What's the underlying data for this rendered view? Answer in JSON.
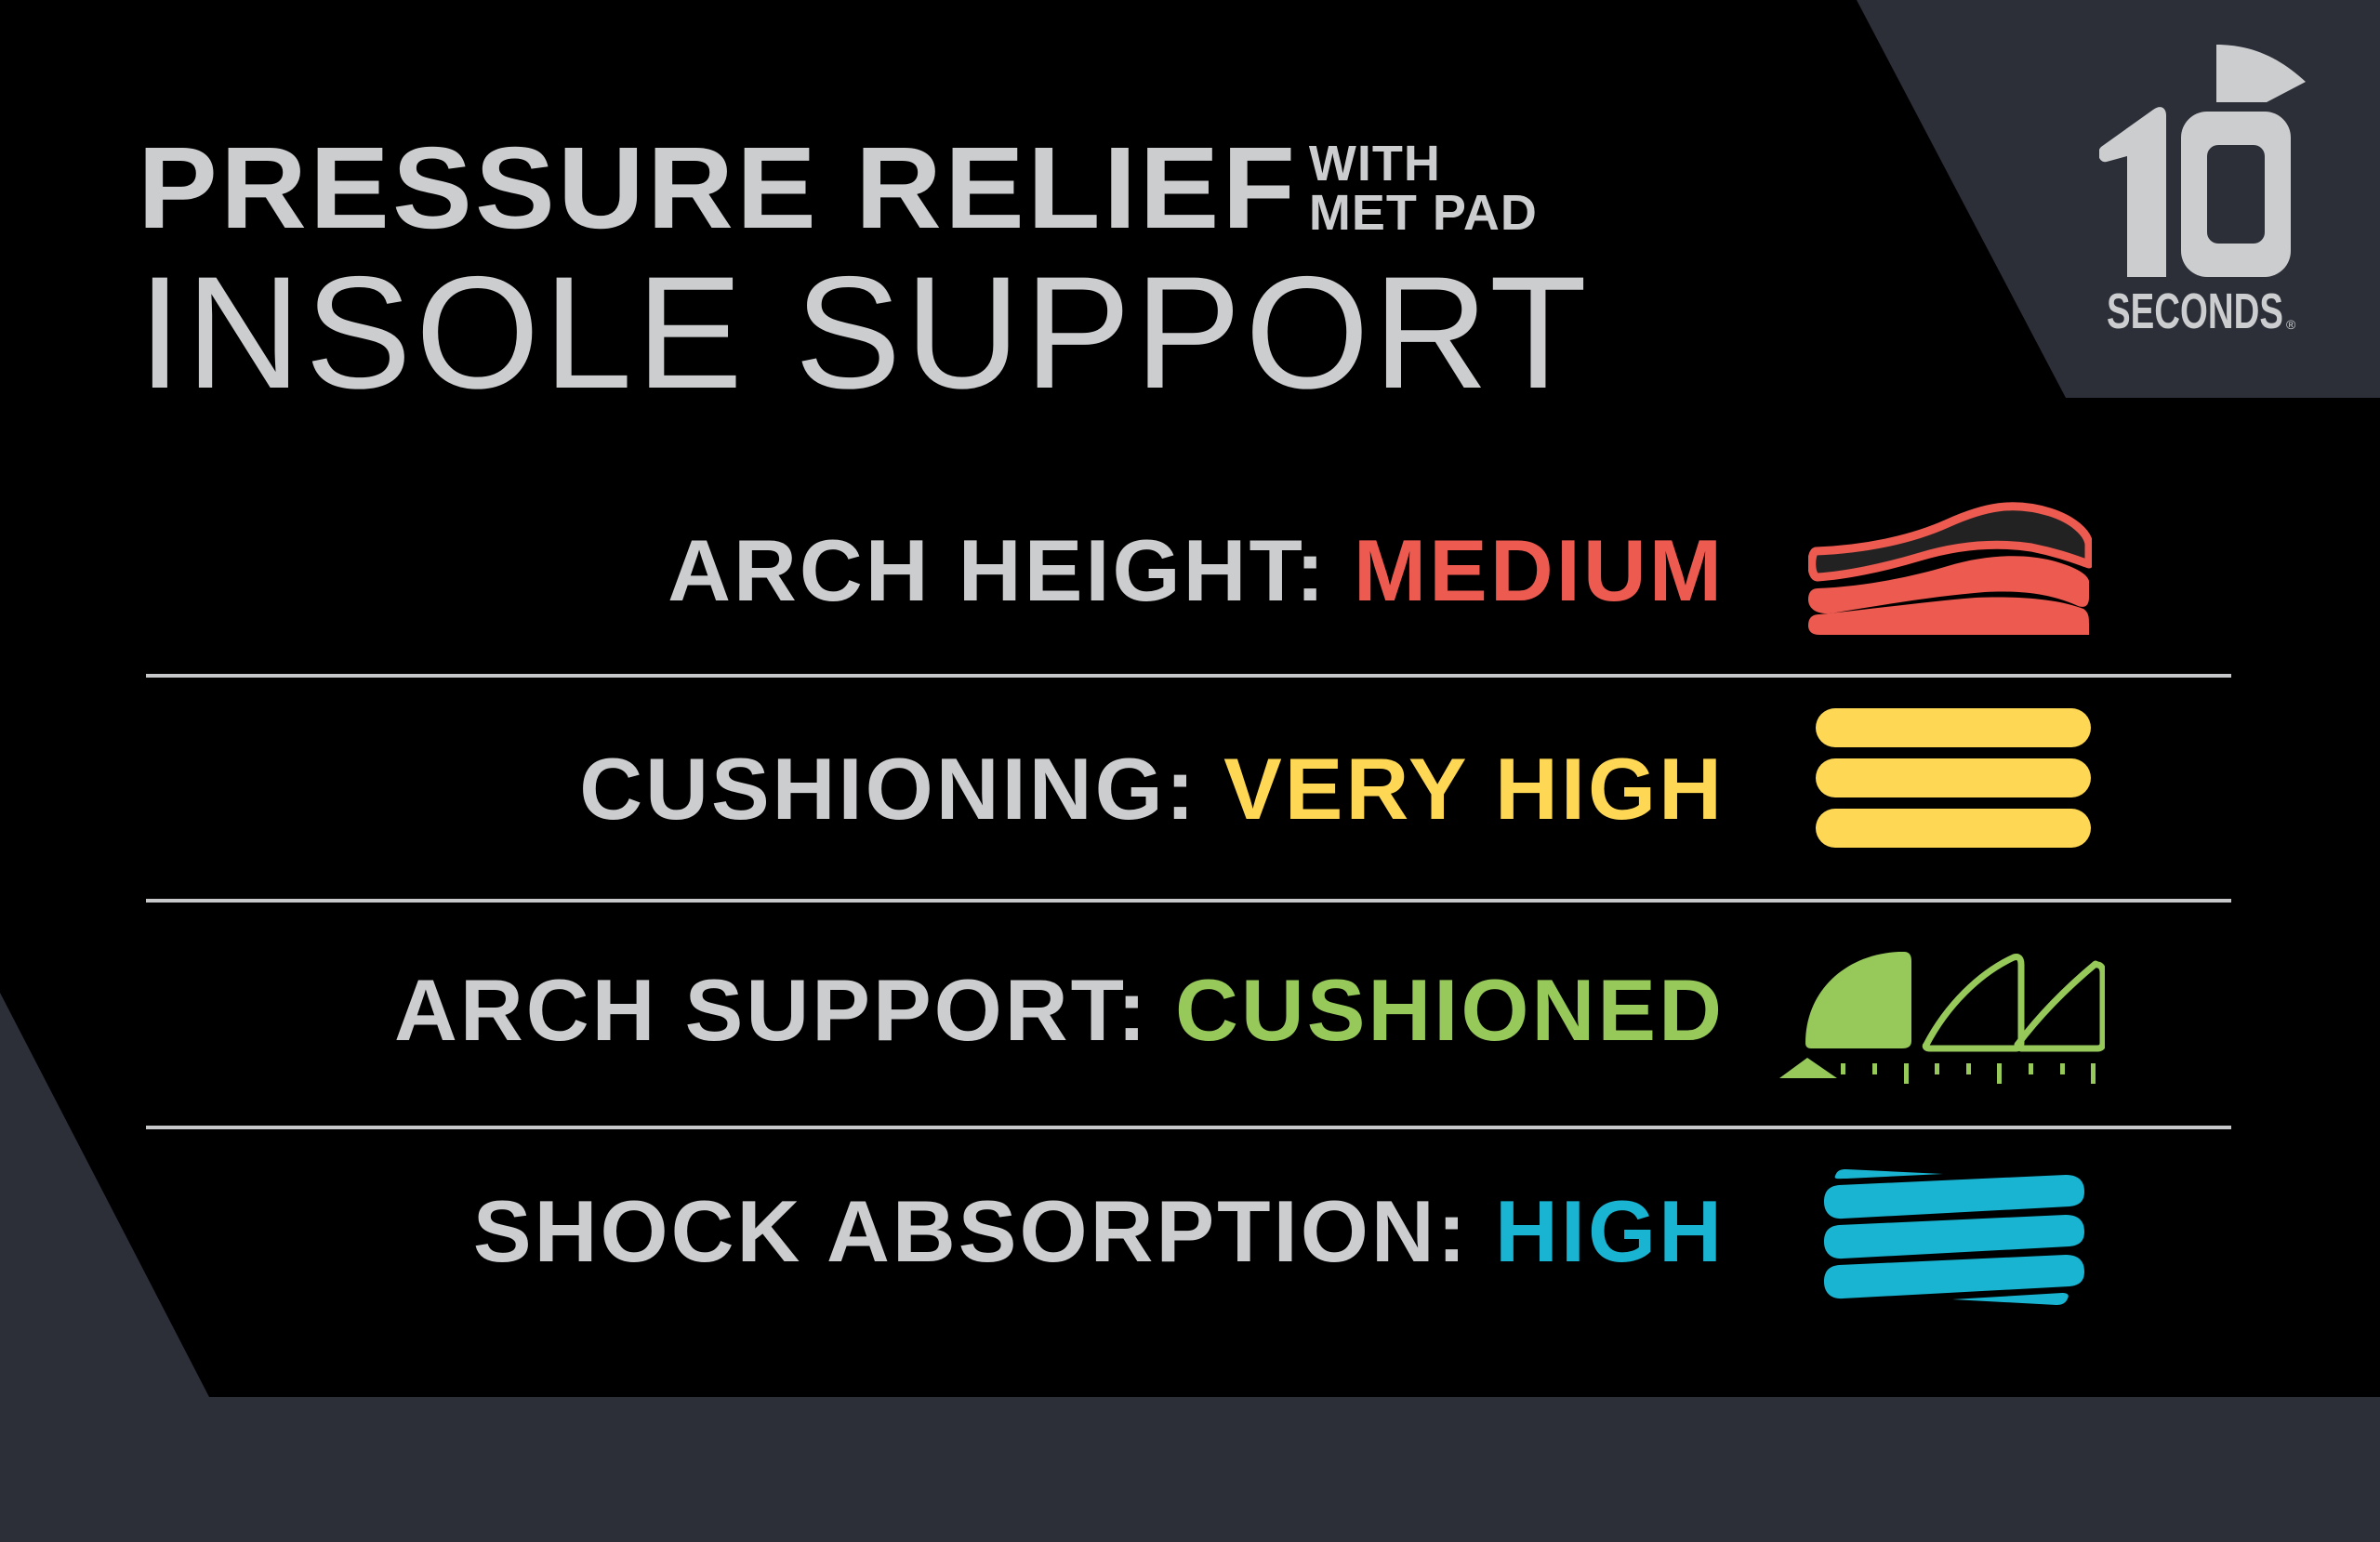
{
  "colors": {
    "background_dark": "#000000",
    "background_gray": "#2c2e38",
    "text_light": "#cbcdcf",
    "medium_red": "#ec5a50",
    "very_high_yellow": "#fed854",
    "cushioned_green": "#96c85a",
    "high_cyan": "#19b4d2"
  },
  "title": {
    "line1": "PRESSURE RELIEF",
    "subtitle_line1": "WITH",
    "subtitle_line2": "MET PAD",
    "line2": "INSOLE SUPPORT"
  },
  "logo": {
    "number": "10",
    "word": "SECONDS",
    "registered": "®"
  },
  "features": [
    {
      "label": "ARCH HEIGHT:",
      "value": "MEDIUM",
      "icon": "arch-height-layers-icon",
      "color": "#ec5a50"
    },
    {
      "label": "CUSHIONING:",
      "value": "VERY HIGH",
      "icon": "cushioning-bars-icon",
      "color": "#fed854"
    },
    {
      "label": "ARCH SUPPORT:",
      "value": "CUSHIONED",
      "icon": "arch-support-scale-icon",
      "color": "#96c85a"
    },
    {
      "label": "SHOCK ABSORPTION:",
      "value": "HIGH",
      "icon": "shock-absorption-spring-icon",
      "color": "#19b4d2"
    }
  ]
}
